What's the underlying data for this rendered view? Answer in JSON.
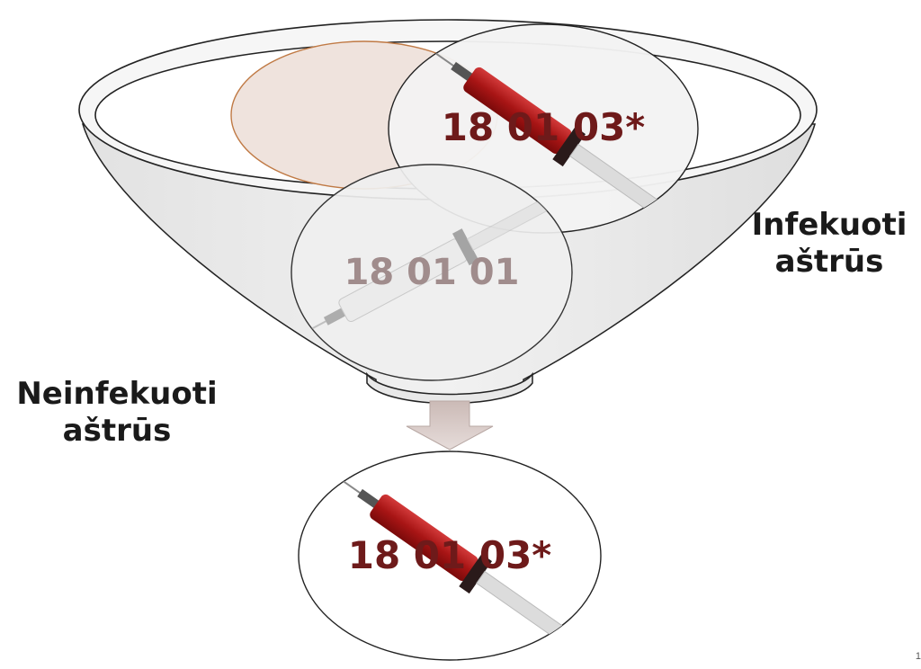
{
  "codes": {
    "infectious_sharps": "18 01 03*",
    "non_infectious_sharps": "18 01 01",
    "result": "18 01 03*"
  },
  "labels": {
    "infected_line1": "Infekuoti",
    "infected_line2": "aštrūs",
    "noninfected_line1": "Neinfekuoti",
    "noninfected_line2": "aštrūs"
  },
  "page_number": "1",
  "icons": {
    "syringe": "syringe-icon",
    "arrow": "arrow-down-icon",
    "funnel": "funnel-icon"
  },
  "colors": {
    "code_infectious": "#6e1a1a",
    "code_noninfectious": "#a08c8c",
    "funnel_fill": "#e6e6e6",
    "arrow_fill": "#d9c9c5",
    "background_oval": "#efe3dd",
    "background_oval_stroke": "#c07a45"
  }
}
